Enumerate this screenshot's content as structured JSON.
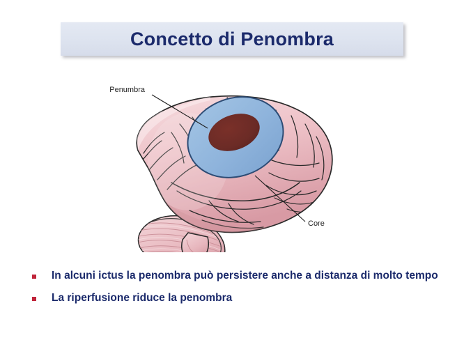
{
  "slide": {
    "background_color": "#ffffff",
    "title": {
      "text": "Concetto di Penombra",
      "text_color": "#1b2a6b",
      "banner_color": "#dde3ef"
    },
    "illustration": {
      "name": "brain-lateral-view-penumbra-diagram",
      "brain_color": "#eec4c8",
      "brain_shadow_color": "#d79aa3",
      "penumbra_color": "#8fb4dc",
      "penumbra_outline_color": "#2d4c75",
      "core_color": "#6b2b26",
      "label_color": "#1f1f1f",
      "leader_line_color": "#1f1f1f",
      "labels": [
        {
          "id": "penumbra",
          "text": "Penumbra"
        },
        {
          "id": "core",
          "text": "Core"
        }
      ]
    },
    "bullets": {
      "marker_color": "#c0243a",
      "text_color": "#1b2a6b",
      "items": [
        {
          "text": "In alcuni ictus la penombra può persistere anche a distanza di molto tempo"
        },
        {
          "text": "La riperfusione riduce la penombra"
        }
      ]
    }
  }
}
